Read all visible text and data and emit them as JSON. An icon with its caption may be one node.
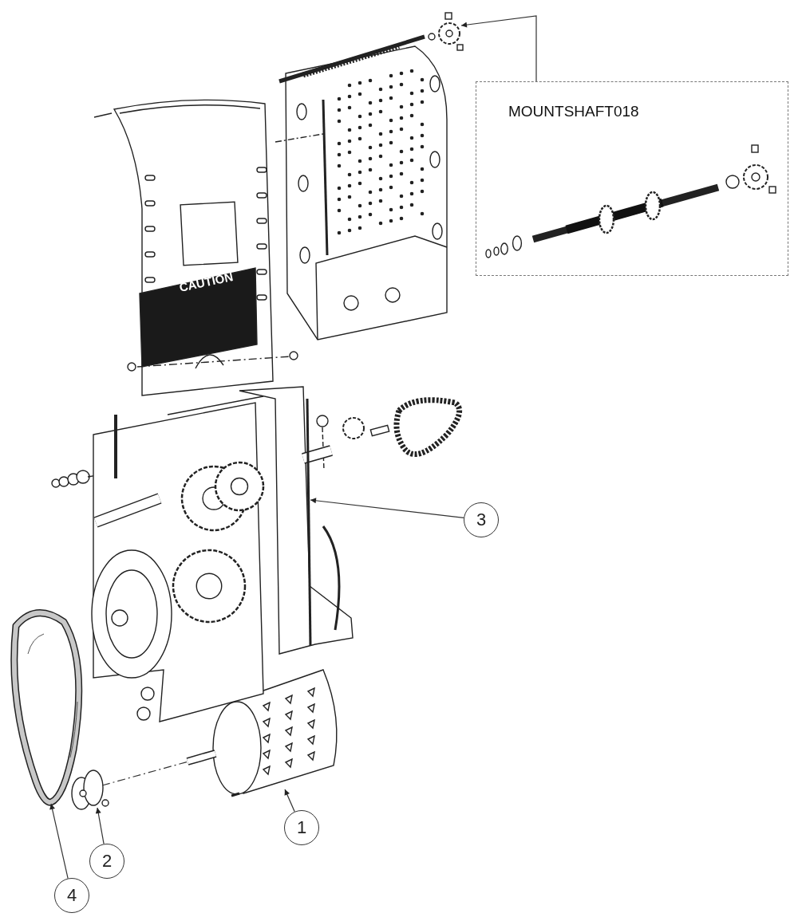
{
  "diagram": {
    "nodes": [
      {
        "text": [
          "1"
        ]
      },
      {
        "text": [],
        "shape": "picture"
      },
      {
        "text": [
          "2"
        ]
      },
      {
        "text": [],
        "shape": "picture"
      },
      {
        "text": [
          "3"
        ]
      },
      {
        "text": [],
        "shape": "picture"
      },
      {
        "text": [
          "4"
        ]
      },
      {
        "text": [],
        "shape": "picture"
      },
      {
        "text": [
          "MOUNTSHAFT018"
        ]
      },
      {
        "text": [],
        "shape": "picture"
      }
    ],
    "edges": [
      {
        "from": 0,
        "to": 1,
        "arrow": "to"
      },
      {
        "from": 2,
        "to": 3,
        "arrow": "to"
      },
      {
        "from": 4,
        "to": 5,
        "arrow": "to"
      },
      {
        "from": 6,
        "to": 7,
        "arrow": "to"
      },
      {
        "from": 8,
        "to": 9,
        "arrow": "to"
      },
      {
        "from": 3,
        "to": 1,
        "arrow": "none",
        "style": "dashed"
      }
    ],
    "labels": [
      "CAUTION"
    ]
  }
}
